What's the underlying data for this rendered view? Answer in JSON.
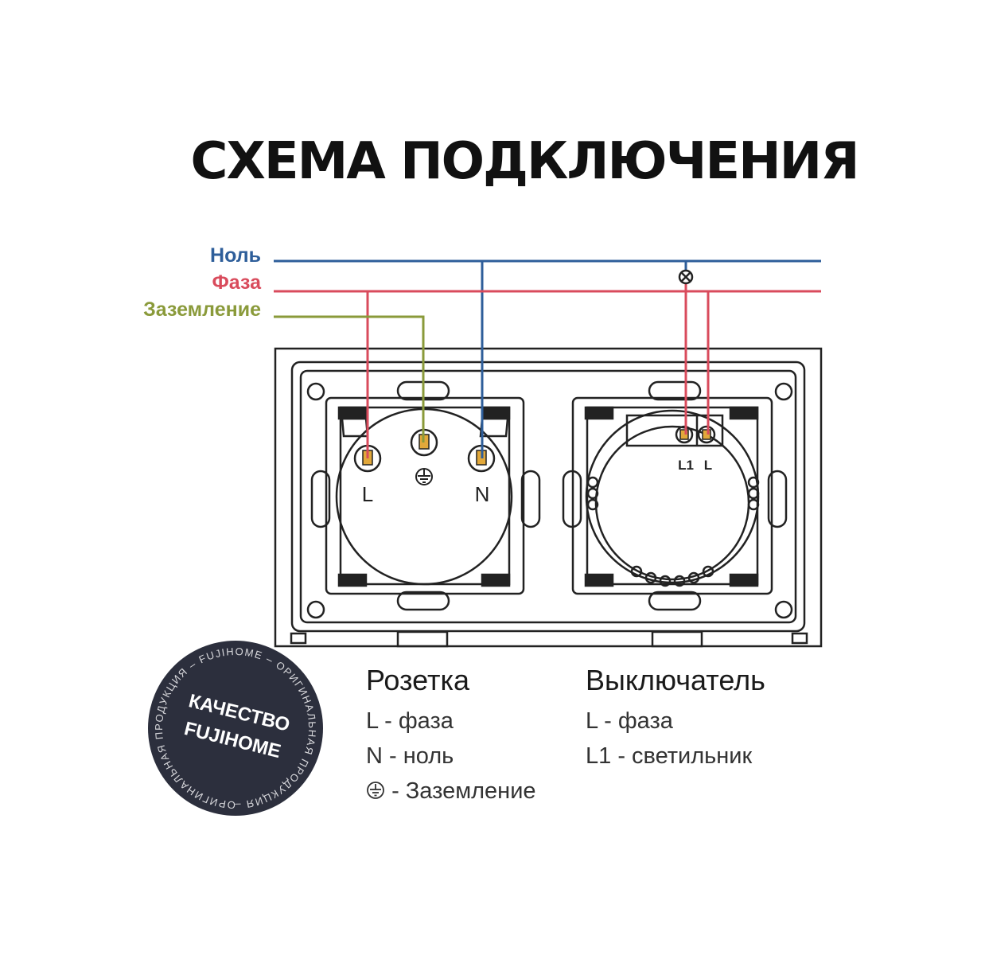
{
  "title": "СХЕМА ПОДКЛЮЧЕНИЯ",
  "wires": {
    "neutral": {
      "label": "Ноль",
      "color": "#2e5e9a"
    },
    "phase": {
      "label": "Фаза",
      "color": "#d94b5c"
    },
    "ground": {
      "label": "Заземление",
      "color": "#8a9a3a"
    }
  },
  "socket_terminals": {
    "L": "L",
    "ground": "⏚",
    "N": "N"
  },
  "switch_terminals": {
    "L1": "L1",
    "L": "L"
  },
  "badge": {
    "line1": "КАЧЕСТВО",
    "line2": "FUJIHOME",
    "ring_text": "ОРИГИНАЛЬНАЯ ПРОДУКЦИЯ – FUJIHOME – ОРИГИНАЛЬНАЯ ПРОДУКЦИЯ –",
    "color": "#2c2f3d"
  },
  "legend": {
    "socket": {
      "title": "Розетка",
      "rows": [
        "L - фаза",
        "N - ноль",
        "- Заземление"
      ]
    },
    "switch": {
      "title": "Выключатель",
      "rows": [
        "L - фаза",
        "L1 - светильник"
      ]
    }
  }
}
